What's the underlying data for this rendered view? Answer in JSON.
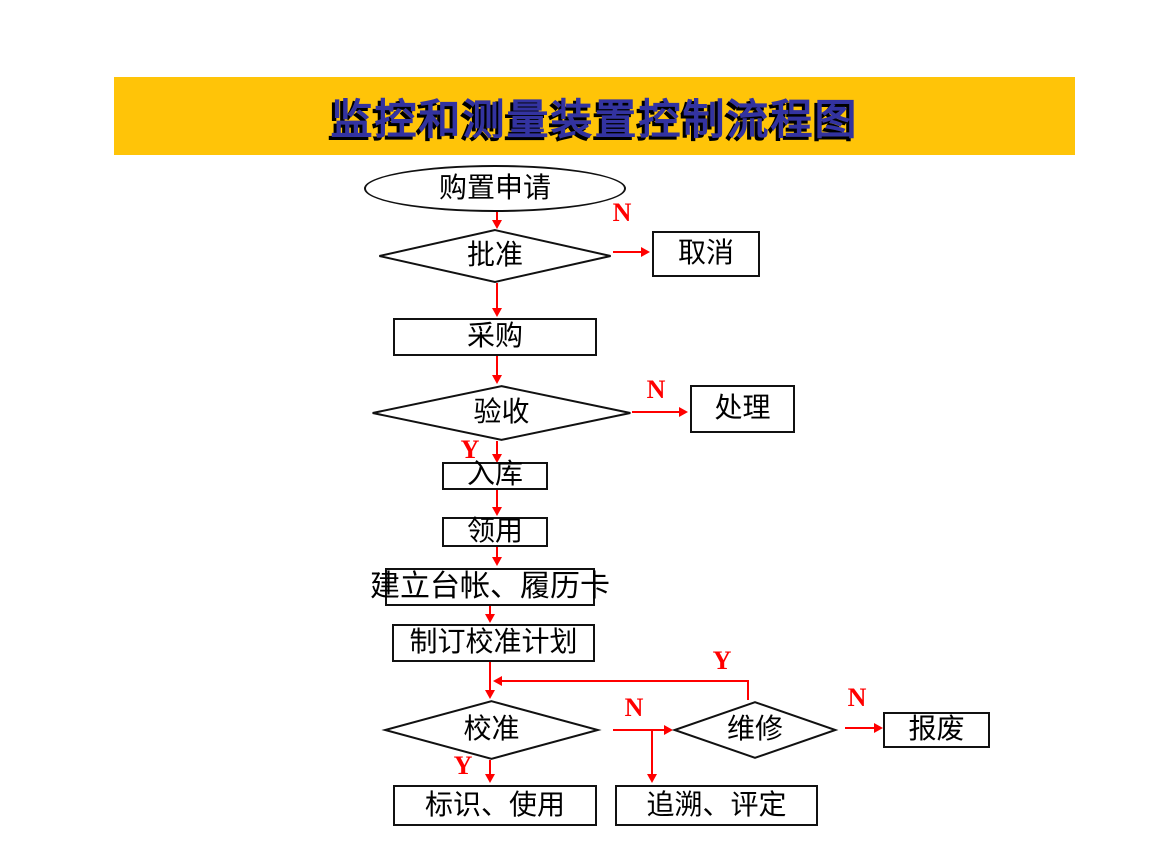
{
  "title": {
    "text": "监控和测量装置控制流程图"
  },
  "colors": {
    "banner_bg": "#FFC408",
    "title_text": "#3333A0",
    "title_shadow": "#000000",
    "flow_red": "#FF0000",
    "shape_border": "#111111",
    "page_bg": "#FFFFFF"
  },
  "nodes": {
    "purchase_request": {
      "label": "购置申请",
      "shape": "terminator"
    },
    "approve": {
      "label": "批准",
      "shape": "decision"
    },
    "cancel": {
      "label": "取消",
      "shape": "process"
    },
    "procurement": {
      "label": "采购",
      "shape": "process"
    },
    "acceptance": {
      "label": "验收",
      "shape": "decision"
    },
    "dispose": {
      "label": "处理",
      "shape": "process"
    },
    "warehouse_in": {
      "label": "入库",
      "shape": "process"
    },
    "requisition": {
      "label": "领用",
      "shape": "process"
    },
    "ledger_card": {
      "label": "建立台帐、履历卡",
      "shape": "process"
    },
    "calibration_plan": {
      "label": "制订校准计划",
      "shape": "process"
    },
    "calibrate": {
      "label": "校准",
      "shape": "decision"
    },
    "repair": {
      "label": "维修",
      "shape": "decision"
    },
    "scrap": {
      "label": "报废",
      "shape": "process"
    },
    "mark_use": {
      "label": "标识、使用",
      "shape": "process"
    },
    "trace_evaluate": {
      "label": "追溯、评定",
      "shape": "process"
    }
  },
  "edge_labels": {
    "approve_no": "N",
    "acceptance_no": "N",
    "acceptance_yes": "Y",
    "repair_yes_loop": "Y",
    "calibrate_no": "N",
    "calibrate_yes": "Y",
    "repair_no": "N"
  }
}
